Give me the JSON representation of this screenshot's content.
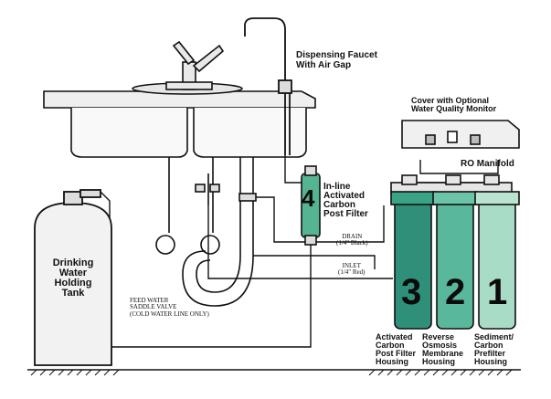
{
  "labels": {
    "dispensing_faucet": [
      "Dispensing Faucet",
      "With Air Gap"
    ],
    "cover": [
      "Cover with Optional",
      "Water Quality Monitor"
    ],
    "ro_manifold": "RO Manifold",
    "inline_filter": [
      "In-line",
      "Activated",
      "Carbon",
      "Post Filter"
    ],
    "drain": [
      "DRAIN",
      "(1/4\" Black)"
    ],
    "inlet": [
      "INLET",
      "(1/4\" Red)"
    ],
    "tank": [
      "Drinking",
      "Water",
      "Holding",
      "Tank"
    ],
    "feed_valve": [
      "FEED WATER",
      "SADDLE VALVE",
      "(COLD WATER LINE ONLY)"
    ],
    "housing_3": [
      "Activated",
      "Carbon",
      "Post Filter",
      "Housing"
    ],
    "housing_2": [
      "Reverse",
      "Osmosis",
      "Membrane",
      "Housing"
    ],
    "housing_1": [
      "Sediment/",
      "Carbon",
      "Prefilter",
      "Housing"
    ]
  },
  "numbers": {
    "inline": "4",
    "h3": "3",
    "h2": "2",
    "h1": "1"
  },
  "colors": {
    "housing_dark": "#2f8f78",
    "housing_mid": "#59b79b",
    "housing_light": "#a9dcc6",
    "inline_filter": "#55b592",
    "line": "#111111"
  }
}
